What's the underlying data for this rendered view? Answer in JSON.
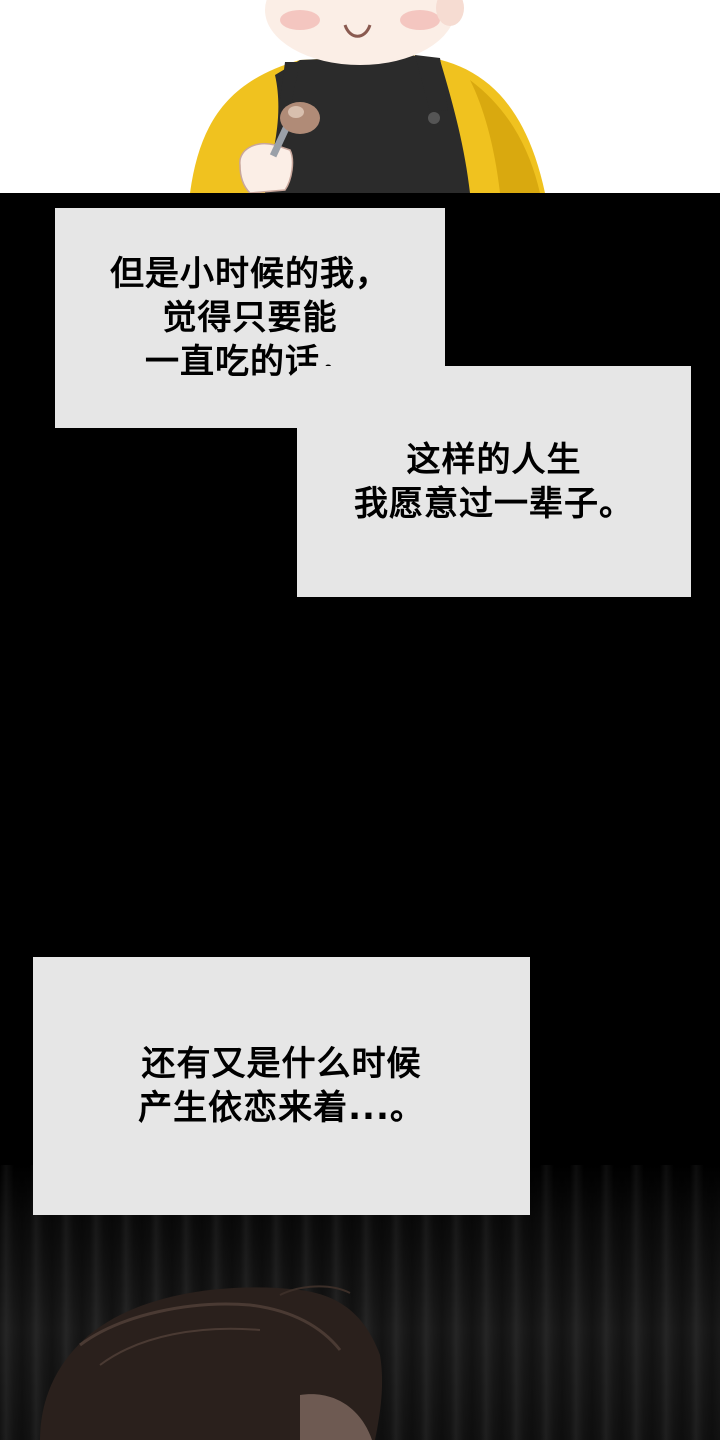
{
  "captions": [
    {
      "lines": [
        "但是小时候的我，",
        "觉得只要能",
        "一直吃的话，"
      ]
    },
    {
      "lines": [
        "这样的人生",
        "我愿意过一辈子。"
      ]
    },
    {
      "lines": [
        "还有又是什么时候",
        "产生依恋来着...。"
      ]
    }
  ],
  "colors": {
    "caption_box": "#e6e6e6",
    "caption_text": "#000000",
    "background": "#000000",
    "sweater": "#f0c21f",
    "apron": "#2b2b2b"
  },
  "icons": {
    "top_panel": "child-eating-with-fork-illustration",
    "bottom_panel": "dark-haired-man-illustration"
  }
}
